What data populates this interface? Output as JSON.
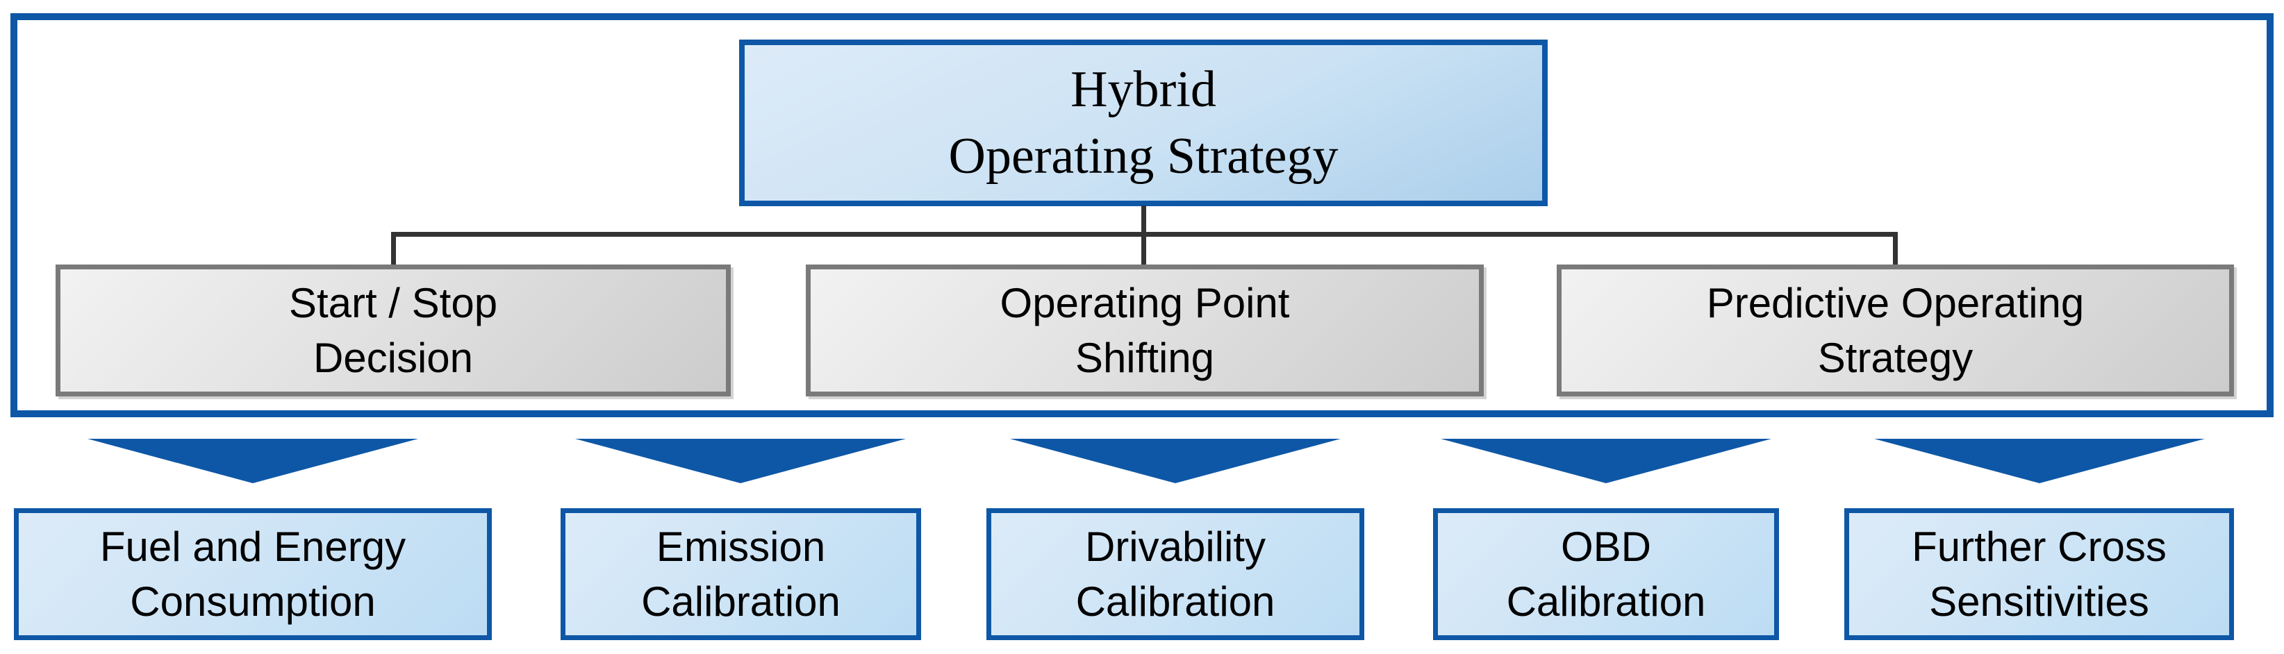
{
  "diagram": {
    "root": {
      "line1": "Hybrid",
      "line2": "Operating Strategy"
    },
    "branches": [
      {
        "line1": "Start / Stop",
        "line2": "Decision"
      },
      {
        "line1": "Operating Point",
        "line2": "Shifting"
      },
      {
        "line1": "Predictive Operating",
        "line2": "Strategy"
      }
    ],
    "outputs": [
      {
        "line1": "Fuel and Energy",
        "line2": "Consumption"
      },
      {
        "line1": "Emission",
        "line2": "Calibration"
      },
      {
        "line1": "Drivability",
        "line2": "Calibration"
      },
      {
        "line1": "OBD",
        "line2": "Calibration"
      },
      {
        "line1": "Further Cross",
        "line2": "Sensitivities"
      }
    ],
    "colors": {
      "accent_blue": "#0E57A6",
      "root_fill_top": "#DDEBF8",
      "root_fill_bottom": "#ABCFEB",
      "branch_border": "#7A7A7A",
      "branch_fill_top": "#F2F2F2",
      "branch_fill_bottom": "#CCCCCC",
      "output_fill_top": "#DDEBF8",
      "output_fill_bottom": "#BCDCF3",
      "connector": "#333333",
      "text": "#000000"
    }
  }
}
